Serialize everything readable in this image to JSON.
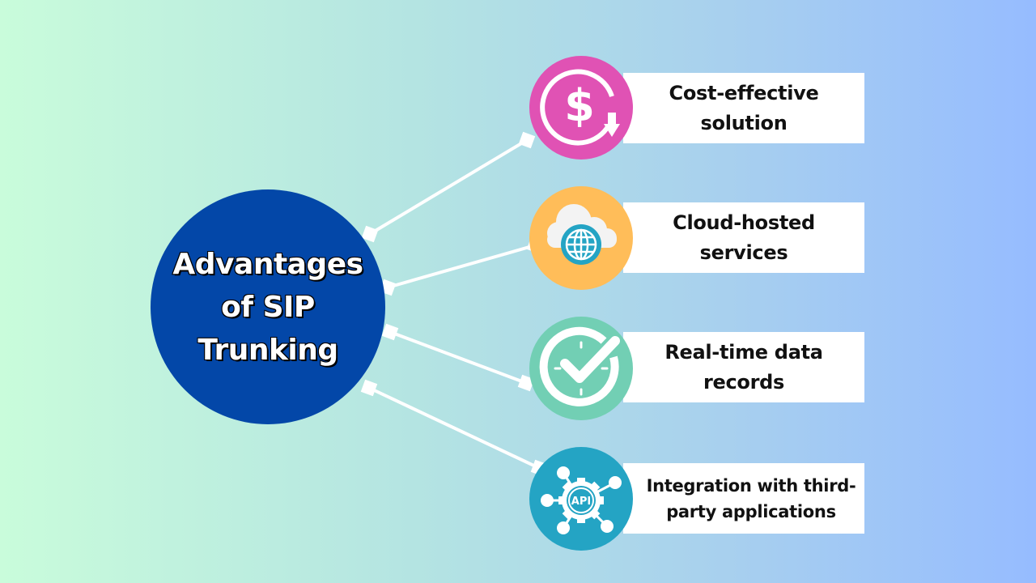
{
  "hub": {
    "title": "Advantages of SIP Trunking",
    "color": "#0347a8"
  },
  "background": {
    "from": "#c9fcdb",
    "to": "#96bcff"
  },
  "items": [
    {
      "label": "Cost-effective solution",
      "icon": "dollar-down-arrow-icon",
      "color": "#e052b4"
    },
    {
      "label": "Cloud-hosted services",
      "icon": "cloud-globe-icon",
      "color": "#ffbd59"
    },
    {
      "label": "Real-time data records",
      "icon": "clock-check-icon",
      "color": "#72cfb4"
    },
    {
      "label": "Integration with third-party applications",
      "icon": "api-gear-network-icon",
      "color": "#24a4c4"
    }
  ]
}
